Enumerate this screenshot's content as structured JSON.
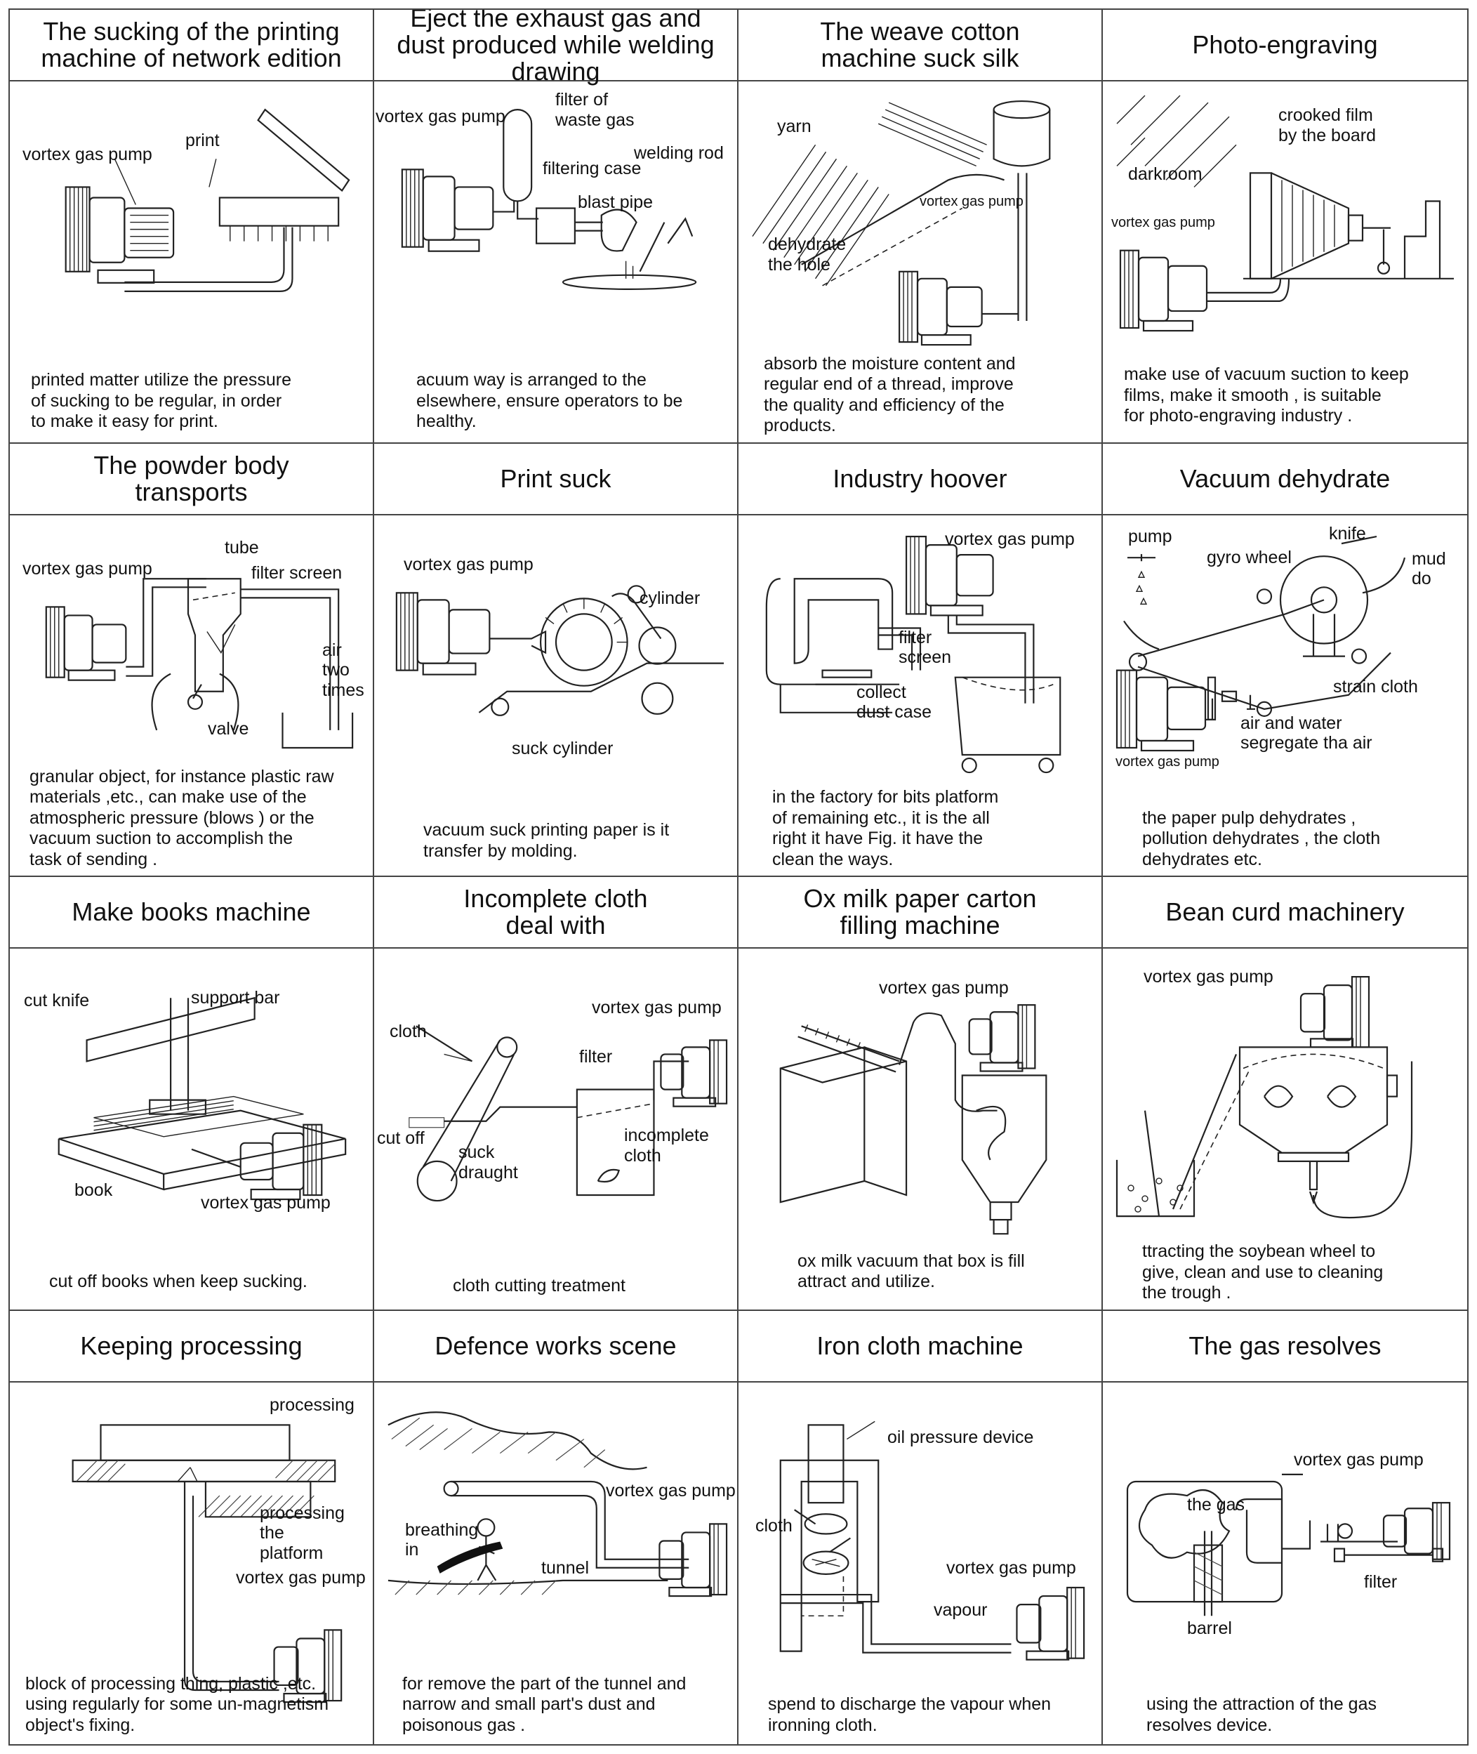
{
  "cells": [
    {
      "title": "The sucking of the printing\nmachine of network edition",
      "labels": [
        "vortex gas pump",
        "print"
      ],
      "description": "printed matter utilize the pressure\n of sucking to be regular, in order\n to make it easy for print."
    },
    {
      "title": "Eject the exhaust gas and\ndust produced while welding\ndrawing",
      "labels": [
        "filter of\nwaste gas",
        "vortex gas pump",
        "welding rod",
        "filtering case",
        "blast pipe"
      ],
      "description": "acuum way is arranged to the\nelsewhere, ensure operators to be\nhealthy."
    },
    {
      "title": "The weave cotton\nmachine suck silk",
      "labels": [
        "yarn",
        "vortex gas pump",
        "dehydrate\nthe hole"
      ],
      "description": "absorb the moisture content and\n regular end of a thread, improve\n the quality and efficiency of the\n products."
    },
    {
      "title": "Photo-engraving",
      "labels": [
        "crooked film\nby the board",
        "darkroom",
        "vortex gas pump"
      ],
      "description": "make use of vacuum suction to keep\nfilms, make it smooth , is suitable\nfor photo-engraving industry ."
    },
    {
      "title": "The powder body\n transports",
      "labels": [
        "tube",
        "vortex gas pump",
        "filter screen",
        "air two\ntimes",
        "valve"
      ],
      "description": "granular object, for instance plastic raw\n materials ,etc., can make use of the\natmospheric pressure (blows ) or the\nvacuum suction to accomplish the\n task of sending ."
    },
    {
      "title": "Print suck",
      "labels": [
        "vortex gas pump",
        "cylinder",
        "suck cylinder"
      ],
      "description": "vacuum suck printing paper is it\ntransfer by molding."
    },
    {
      "title": "Industry hoover",
      "labels": [
        "vortex gas pump",
        "filter\nscreen",
        "collect\ndust case"
      ],
      "description": "in the factory for bits platform\nof remaining etc., it is the all\nright it have Fig. it have the\nclean the ways."
    },
    {
      "title": "Vacuum dehydrate",
      "labels": [
        "pump",
        "knife",
        "gyro wheel",
        "mud do",
        "strain cloth",
        "air and water\n segregate tha air",
        "vortex gas pump"
      ],
      "description": "the paper pulp dehydrates ,\npollution dehydrates , the cloth\n dehydrates etc."
    },
    {
      "title": "Make books machine",
      "labels": [
        "cut knife",
        "support bar",
        "book",
        "vortex gas pump"
      ],
      "description": "cut off books when keep sucking."
    },
    {
      "title": "Incomplete cloth\n deal with",
      "labels": [
        "vortex gas pump",
        "cloth",
        "filter",
        "cut off",
        "incomplete\ncloth",
        "suck\ndraught"
      ],
      "description": "cloth cutting treatment"
    },
    {
      "title": "Ox milk paper carton\n filling machine",
      "labels": [
        "vortex gas pump"
      ],
      "description": "ox milk vacuum that box is fill\nattract and utilize."
    },
    {
      "title": "Bean curd machinery",
      "labels": [
        "vortex gas pump"
      ],
      "description": "ttracting the soybean wheel to\ngive, clean and use to cleaning\n the trough ."
    },
    {
      "title": "Keeping processing",
      "labels": [
        "processing",
        "processing the\nplatform",
        "vortex gas pump"
      ],
      "description": "block of processing thing, plastic ,etc.\n using regularly for some un-magnetism\n object's fixing."
    },
    {
      "title": "Defence works scene",
      "labels": [
        "vortex gas pump",
        "breathing\nin",
        "tunnel"
      ],
      "description": "for remove the part of the tunnel and\nnarrow and small part's dust and\npoisonous gas ."
    },
    {
      "title": "Iron cloth machine",
      "labels": [
        "oil pressure device",
        "cloth",
        "vortex gas pump",
        "vapour"
      ],
      "description": "spend to discharge the vapour when\n ironning cloth."
    },
    {
      "title": "The gas resolves",
      "labels": [
        "vortex gas pump",
        "the gas",
        "filter",
        "barrel"
      ],
      "description": "using the attraction of the gas\n resolves device."
    }
  ]
}
